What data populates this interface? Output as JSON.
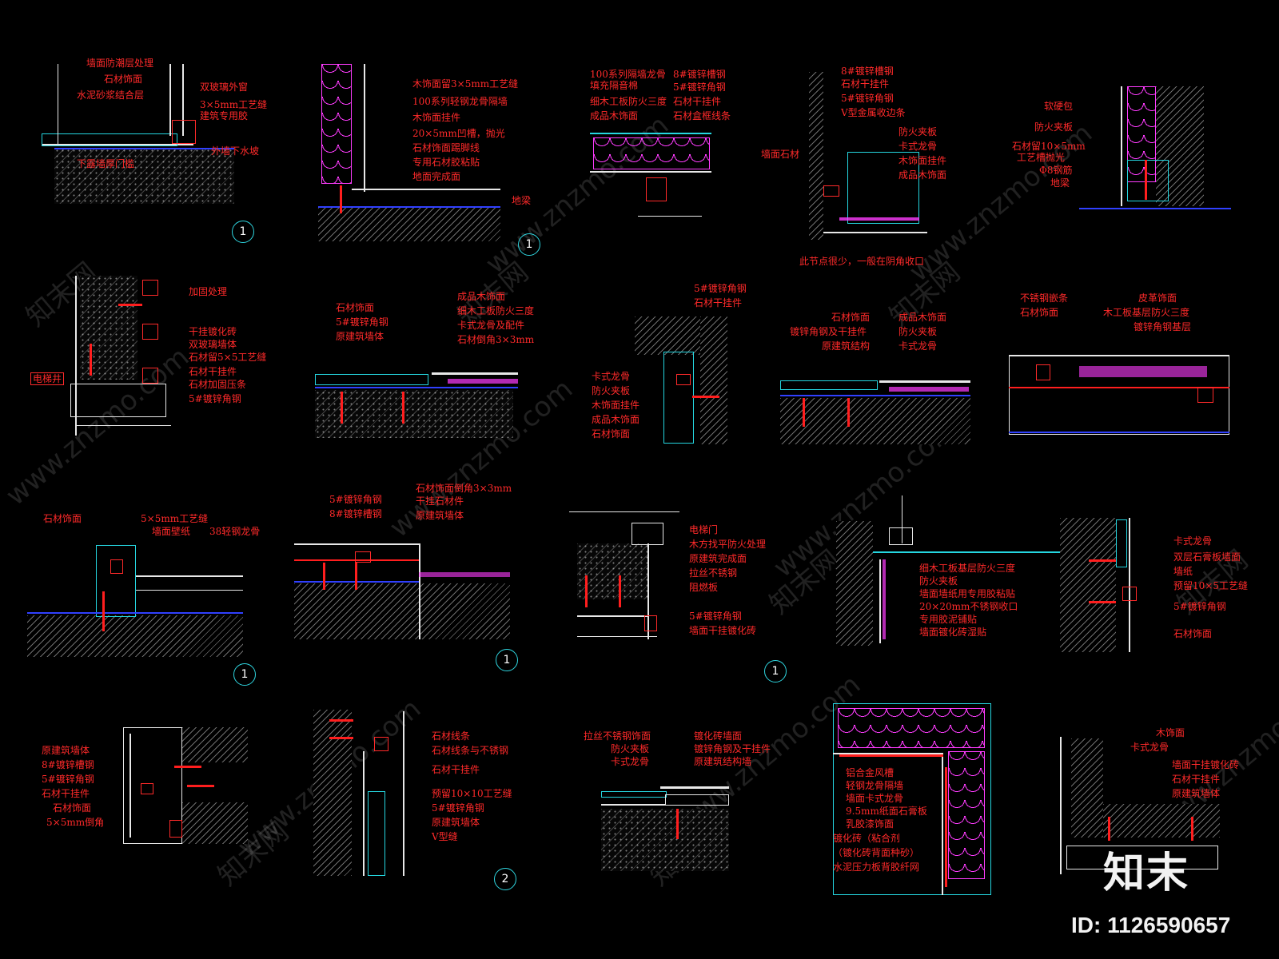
{
  "watermark": {
    "text_cn": "知末网",
    "text_url": "www.znzmo.com"
  },
  "logo": "知末",
  "image_id": "ID: 1126590657",
  "details": [
    {
      "labels": [
        "墙面防潮层处理",
        "石材饰面",
        "水泥砂浆结合层",
        "双玻璃外窗",
        "3×5mm工艺缝",
        "建筑专用胶",
        "外墙下水坡",
        "下露墙厚门槛"
      ],
      "tag": "1"
    },
    {
      "labels": [
        "木饰面留3×5mm工艺缝",
        "100系列轻钢龙骨隔墙",
        "木饰面挂件",
        "20×5mm凹槽，抛光",
        "石材饰面踢脚线",
        "专用石材胶粘贴",
        "地面完成面",
        "地梁"
      ],
      "tag": "1"
    },
    {
      "labels": [
        "100系列隔墙龙骨",
        "填充隔音棉",
        "细木工板防火三度",
        "成品木饰面",
        "8#镀锌槽钢",
        "5#镀锌角钢",
        "石材干挂件",
        "石材盒框线条"
      ]
    },
    {
      "labels": [
        "8#镀锌槽钢",
        "石材干挂件",
        "5#镀锌角钢",
        "V型金属收边条",
        "防火夹板",
        "卡式龙骨",
        "木饰面挂件",
        "成品木饰面",
        "墙面石材",
        "此节点很少，一般在阴角收口"
      ]
    },
    {
      "labels": [
        "软硬包",
        "防火夹板",
        "石材留10×5mm",
        "工艺槽抛光",
        "Φ8钢筋",
        "地梁"
      ]
    },
    {
      "labels": [
        "加固处理",
        "干挂镀化砖",
        "双玻璃墙体",
        "石材留5×5工艺缝",
        "石材干挂件",
        "石材加固压条",
        "5#镀锌角钢",
        "电梯井"
      ]
    },
    {
      "labels": [
        "石材饰面",
        "5#镀锌角钢",
        "原建筑墙体",
        "成品木饰面",
        "细木工板防火三度",
        "卡式龙骨及配件",
        "石材倒角3×3mm"
      ]
    },
    {
      "labels": [
        "5#镀锌角钢",
        "石材干挂件",
        "卡式龙骨",
        "防火夹板",
        "木饰面挂件",
        "成品木饰面",
        "石材饰面"
      ]
    },
    {
      "labels": [
        "石材饰面",
        "镀锌角钢及干挂件",
        "原建筑结构",
        "成品木饰面",
        "防火夹板",
        "卡式龙骨"
      ]
    },
    {
      "labels": [
        "不锈钢嵌条",
        "石材饰面",
        "皮革饰面",
        "木工板基层防火三度",
        "镀锌角钢基层"
      ]
    },
    {
      "labels": [
        "石材饰面",
        "5×5mm工艺缝",
        "墙面壁纸",
        "38轻钢龙骨"
      ],
      "tag": "1"
    },
    {
      "labels": [
        "5#镀锌角钢",
        "8#镀锌槽钢",
        "石材饰面倒角3×3mm",
        "干挂石材件",
        "原建筑墙体"
      ],
      "tag": "1"
    },
    {
      "labels": [
        "电梯门",
        "木方找平防火处理",
        "原建筑完成面",
        "拉丝不锈钢",
        "阻燃板",
        "5#镀锌角钢",
        "墙面干挂镀化砖"
      ],
      "tag": "1"
    },
    {
      "labels": [
        "细木工板基层防火三度",
        "防火夹板",
        "墙面墙纸用专用胶粘贴",
        "20×20mm不锈钢收口",
        "专用胶泥铺贴",
        "墙面镀化砖湿贴"
      ]
    },
    {
      "labels": [
        "卡式龙骨",
        "双层石膏板墙面",
        "墙纸",
        "预留10×5工艺缝",
        "5#镀锌角钢",
        "石材饰面"
      ]
    },
    {
      "labels": [
        "原建筑墙体",
        "8#镀锌槽钢",
        "5#镀锌角钢",
        "石材干挂件",
        "石材饰面",
        "5×5mm倒角"
      ]
    },
    {
      "labels": [
        "石材线条",
        "石材线条与不锈钢",
        "石材干挂件",
        "预留10×10工艺缝",
        "5#镀锌角钢",
        "原建筑墙体",
        "V型缝"
      ],
      "tag": "2"
    },
    {
      "labels": [
        "拉丝不锈钢饰面",
        "防火夹板",
        "卡式龙骨",
        "镀化砖墙面",
        "镀锌角钢及干挂件",
        "原建筑结构墙"
      ]
    },
    {
      "labels": [
        "铝合金风槽",
        "轻钢龙骨隔墙",
        "墙面卡式龙骨",
        "9.5mm纸面石膏板",
        "乳胶漆饰面",
        "镀化砖（粘合剂",
        "（镀化砖背面种砂）",
        "水泥压力板背胶纤网"
      ]
    },
    {
      "labels": [
        "木饰面",
        "卡式龙骨",
        "墙面干挂镀化砖",
        "石材干挂件",
        "原建筑墙体"
      ]
    }
  ]
}
